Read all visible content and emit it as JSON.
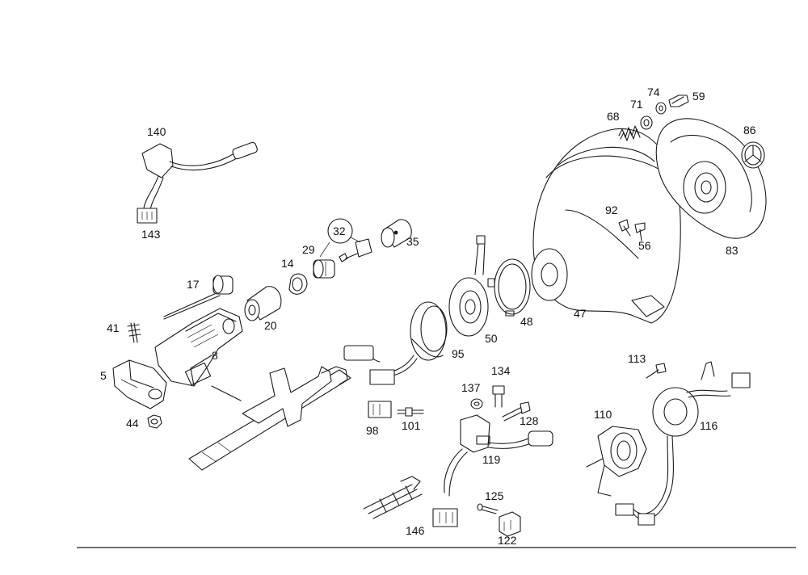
{
  "colors": {
    "line": "#1a1a1a",
    "background": "#ffffff"
  },
  "labels": {
    "p140": "140",
    "p143": "143",
    "p17": "17",
    "p14": "14",
    "p29": "29",
    "p32": "32",
    "p35": "35",
    "p20": "20",
    "p41": "41",
    "p8": "8",
    "p5": "5",
    "p44": "44",
    "p95": "95",
    "p50": "50",
    "p48": "48",
    "p47": "47",
    "p92": "92",
    "p56": "56",
    "p83": "83",
    "p86": "86",
    "p68": "68",
    "p71": "71",
    "p74": "74",
    "p59": "59",
    "p137": "137",
    "p134": "134",
    "p128": "128",
    "p98": "98",
    "p101": "101",
    "p119": "119",
    "p125": "125",
    "p146": "146",
    "p122": "122",
    "p113": "113",
    "p110": "110",
    "p116": "116"
  }
}
